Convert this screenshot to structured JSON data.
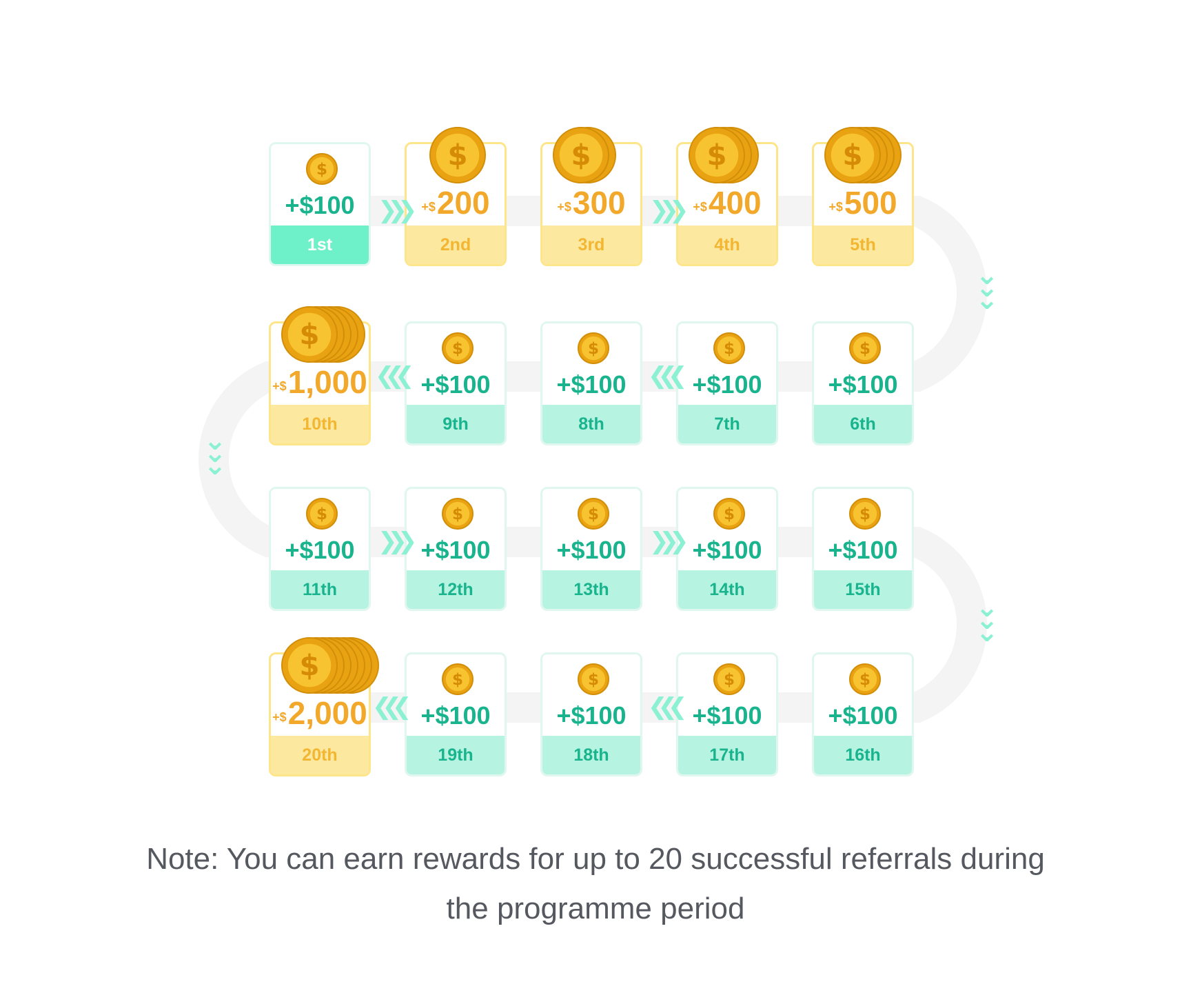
{
  "steps": [
    {
      "label": "1st",
      "amount": "+$100",
      "prefix": "",
      "big": false,
      "gold": false,
      "active": true,
      "coins": 1
    },
    {
      "label": "2nd",
      "amount": "200",
      "prefix": "+$",
      "big": true,
      "gold": true,
      "active": false,
      "coins": 1
    },
    {
      "label": "3rd",
      "amount": "300",
      "prefix": "+$",
      "big": true,
      "gold": true,
      "active": false,
      "coins": 2
    },
    {
      "label": "4th",
      "amount": "400",
      "prefix": "+$",
      "big": true,
      "gold": true,
      "active": false,
      "coins": 3
    },
    {
      "label": "5th",
      "amount": "500",
      "prefix": "+$",
      "big": true,
      "gold": true,
      "active": false,
      "coins": 4
    },
    {
      "label": "6th",
      "amount": "+$100",
      "prefix": "",
      "big": false,
      "gold": false,
      "active": false,
      "coins": 1
    },
    {
      "label": "7th",
      "amount": "+$100",
      "prefix": "",
      "big": false,
      "gold": false,
      "active": false,
      "coins": 1
    },
    {
      "label": "8th",
      "amount": "+$100",
      "prefix": "",
      "big": false,
      "gold": false,
      "active": false,
      "coins": 1
    },
    {
      "label": "9th",
      "amount": "+$100",
      "prefix": "",
      "big": false,
      "gold": false,
      "active": false,
      "coins": 1
    },
    {
      "label": "10th",
      "amount": "1,000",
      "prefix": "+$",
      "big": true,
      "gold": true,
      "active": false,
      "coins": 5
    },
    {
      "label": "11th",
      "amount": "+$100",
      "prefix": "",
      "big": false,
      "gold": false,
      "active": false,
      "coins": 1
    },
    {
      "label": "12th",
      "amount": "+$100",
      "prefix": "",
      "big": false,
      "gold": false,
      "active": false,
      "coins": 1
    },
    {
      "label": "13th",
      "amount": "+$100",
      "prefix": "",
      "big": false,
      "gold": false,
      "active": false,
      "coins": 1
    },
    {
      "label": "14th",
      "amount": "+$100",
      "prefix": "",
      "big": false,
      "gold": false,
      "active": false,
      "coins": 1
    },
    {
      "label": "15th",
      "amount": "+$100",
      "prefix": "",
      "big": false,
      "gold": false,
      "active": false,
      "coins": 1
    },
    {
      "label": "16th",
      "amount": "+$100",
      "prefix": "",
      "big": false,
      "gold": false,
      "active": false,
      "coins": 1
    },
    {
      "label": "17th",
      "amount": "+$100",
      "prefix": "",
      "big": false,
      "gold": false,
      "active": false,
      "coins": 1
    },
    {
      "label": "18th",
      "amount": "+$100",
      "prefix": "",
      "big": false,
      "gold": false,
      "active": false,
      "coins": 1
    },
    {
      "label": "19th",
      "amount": "+$100",
      "prefix": "",
      "big": false,
      "gold": false,
      "active": false,
      "coins": 1
    },
    {
      "label": "20th",
      "amount": "2,000",
      "prefix": "+$",
      "big": true,
      "gold": true,
      "active": false,
      "coins": 7
    }
  ],
  "note": "Note: You can earn rewards for up to 20 successful referrals during the programme period",
  "icons": {
    "coin": "dollar-coin-icon",
    "arrow": "chevron-arrow-icon"
  },
  "colors": {
    "teal_text": "#19b48e",
    "teal_footer": "#b6f4e1",
    "teal_active": "#6ef0c9",
    "gold_text": "#f2a82a",
    "gold_footer": "#fde8a0",
    "gold_border": "#fde58a",
    "track": "#f4f4f4",
    "coin": "#f5b51e",
    "note_text": "#55595f"
  }
}
